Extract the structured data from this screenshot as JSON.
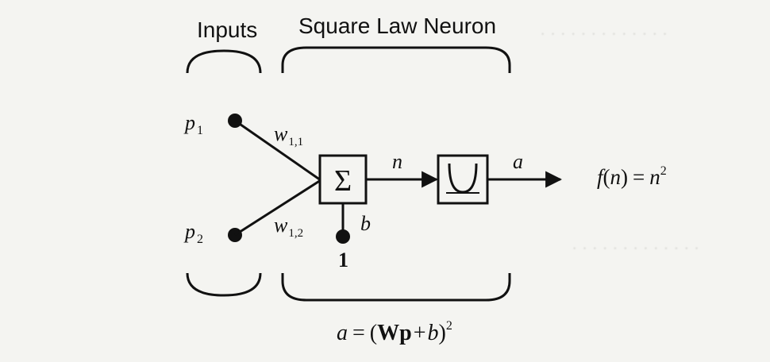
{
  "header": {
    "inputs_label": "Inputs",
    "neuron_label": "Square Law Neuron"
  },
  "inputs": {
    "p1": {
      "base": "p",
      "sub": "1"
    },
    "p2": {
      "base": "p",
      "sub": "2"
    }
  },
  "weights": {
    "w11": {
      "base": "w",
      "sub": "1,1"
    },
    "w12": {
      "base": "w",
      "sub": "1,2"
    }
  },
  "summer": {
    "symbol": "Σ"
  },
  "signals": {
    "n": "n",
    "a": "a",
    "b": "b",
    "bias_input": "1"
  },
  "transfer_function": {
    "lhs_f": "f",
    "lhs_open": "(",
    "lhs_n": "n",
    "lhs_close": ")",
    "equals": "=",
    "rhs_n": "n",
    "rhs_exp": "2"
  },
  "output_equation": {
    "a": "a",
    "equals": "=",
    "open": "(",
    "W": "W",
    "p": "p",
    "plus": "+",
    "b": "b",
    "close": ")",
    "exp": "2"
  }
}
